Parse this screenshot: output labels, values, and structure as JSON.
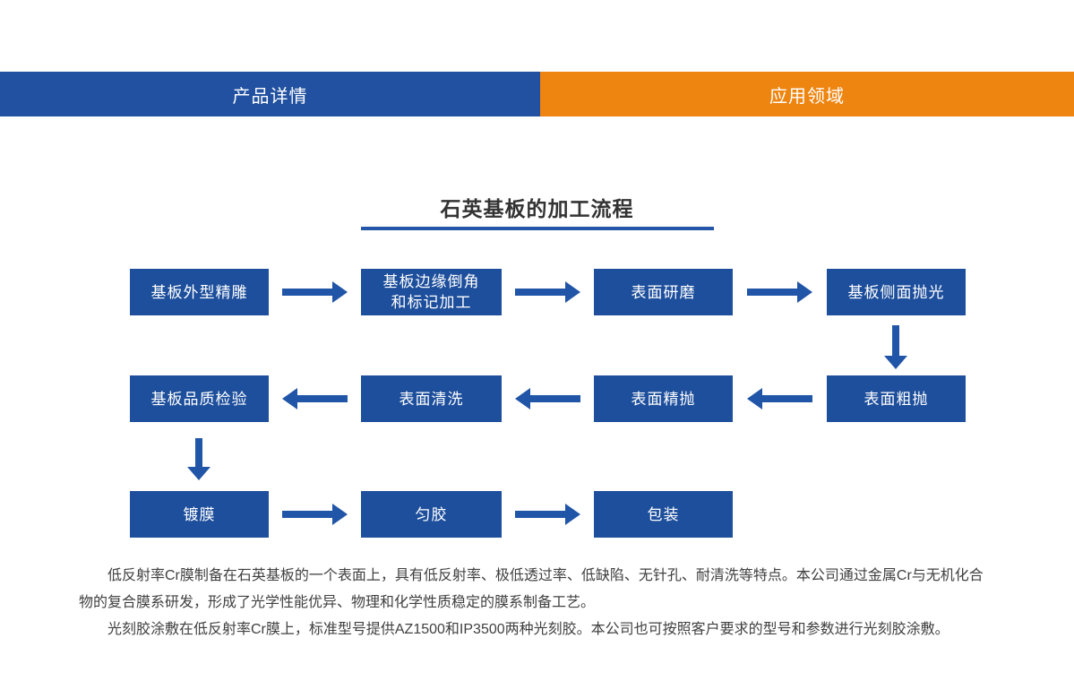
{
  "tabs": [
    {
      "label": "产品详情"
    },
    {
      "label": "应用领域"
    }
  ],
  "section": {
    "title": "石英基板的加工流程"
  },
  "flow": {
    "nodes": [
      {
        "label": "基板外型精雕"
      },
      {
        "label": "基板边缘倒角\n和标记加工"
      },
      {
        "label": "表面研磨"
      },
      {
        "label": "基板侧面抛光"
      },
      {
        "label": "表面粗抛"
      },
      {
        "label": "表面精抛"
      },
      {
        "label": "表面清洗"
      },
      {
        "label": "基板品质检验"
      },
      {
        "label": "镀膜"
      },
      {
        "label": "匀胶"
      },
      {
        "label": "包装"
      }
    ],
    "sequence": [
      "基板外型精雕",
      "基板边缘倒角和标记加工",
      "表面研磨",
      "基板侧面抛光",
      "表面粗抛",
      "表面精抛",
      "表面清洗",
      "基板品质检验",
      "镀膜",
      "匀胶",
      "包装"
    ],
    "arrow_icons": [
      "arrow-right",
      "arrow-left",
      "arrow-down"
    ]
  },
  "paragraphs": [
    "低反射率Cr膜制备在石英基板的一个表面上，具有低反射率、极低透过率、低缺陷、无针孔、耐清洗等特点。本公司通过金属Cr与无机化合物的复合膜系研发，形成了光学性能优异、物理和化学性质稳定的膜系制备工艺。",
    "光刻胶涂敷在低反射率Cr膜上，标准型号提供AZ1500和IP3500两种光刻胶。本公司也可按照客户要求的型号和参数进行光刻胶涂敷。"
  ],
  "colors": {
    "tab_blue": "#2151A0",
    "tab_orange": "#EE8511",
    "node_blue": "#1E4F9C",
    "arrow_blue": "#2155A7",
    "title_underline": "#2355A9",
    "title_text": "#333333",
    "body_text": "#404040",
    "background": "#FFFFFF"
  }
}
